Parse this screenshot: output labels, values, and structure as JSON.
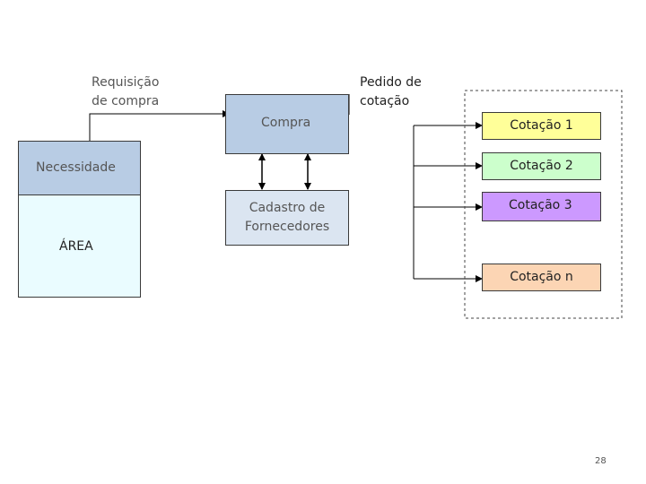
{
  "colors": {
    "necessidade": "#b8cce4",
    "area": "#eafcff",
    "compra": "#b8cce4",
    "cadastro": "#dbe5f1",
    "cotacao_1": "#ffff99",
    "cotacao_2": "#ccffcc",
    "cotacao_3": "#cc99ff",
    "cotacao_n": "#fcd5b4",
    "text_muted": "#555555",
    "text_dark": "#222222"
  },
  "labels": {
    "requisicao": "Requisição\nde compra",
    "pedido": "Pedido de\ncotação"
  },
  "nodes": {
    "necessidade": "Necessidade",
    "area": "ÁREA",
    "compra": "Compra",
    "cadastro": "Cadastro de\nFornecedores",
    "cotacoes": [
      "Cotação 1",
      "Cotação 2",
      "Cotação 3",
      "Cotação n"
    ]
  },
  "page_number": "28"
}
